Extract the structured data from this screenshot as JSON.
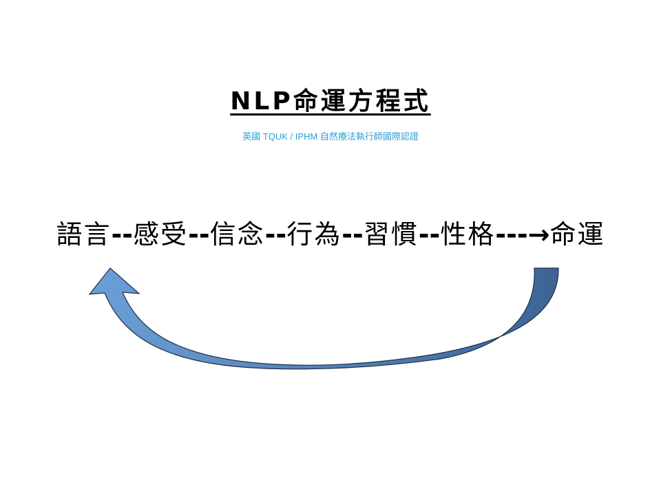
{
  "slide": {
    "title": "NLP命運方程式",
    "subtitle": "英國 TQUK / IPHM 自然療法執行師國際認證",
    "chain": [
      {
        "term": "語言",
        "sep": "--"
      },
      {
        "term": "感受",
        "sep": "--"
      },
      {
        "term": "信念",
        "sep": "--"
      },
      {
        "term": "行為",
        "sep": "--"
      },
      {
        "term": "習慣",
        "sep": "--"
      },
      {
        "term": "性格",
        "sep": "---→"
      },
      {
        "term": "命運",
        "sep": ""
      }
    ]
  },
  "colors": {
    "arrow_light": "#6c9fd8",
    "arrow_dark": "#3d6494",
    "subtitle": "#2a9fd6"
  }
}
